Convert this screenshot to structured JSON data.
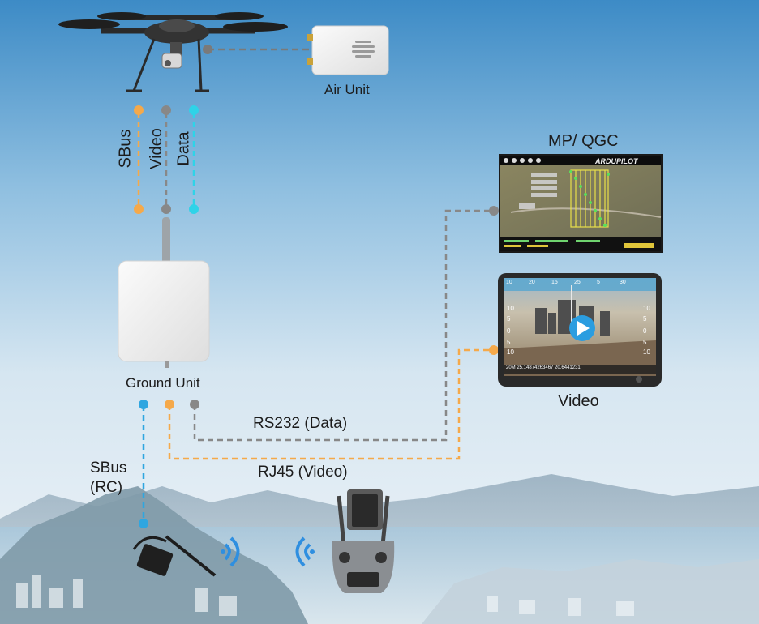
{
  "labels": {
    "air_unit": "Air Unit",
    "ground_unit": "Ground Unit",
    "mp_qgc": "MP/ QGC",
    "video_screen": "Video",
    "rs232": "RS232 (Data)",
    "rj45": "RJ45 (Video)",
    "sbus_rc_line1": "SBus",
    "sbus_rc_line2": "(RC)",
    "drone_sbus": "SBus",
    "drone_video": "Video",
    "drone_data": "Data"
  },
  "gcs_logo_text": "ARDUPILOT",
  "hud": {
    "top_readouts": [
      "10",
      "20",
      "15",
      "25",
      "5",
      "30"
    ],
    "left_scale": [
      "10",
      "5",
      "0",
      "5",
      "10"
    ],
    "right_scale": [
      "10",
      "5",
      "0",
      "5",
      "10"
    ],
    "status_text": "20M  25.14874263467  20.6441231"
  },
  "colors": {
    "sbus": "#f5a94a",
    "video": "#888888",
    "data": "#2fd3e8",
    "rc": "#2fa6e0",
    "sky_top": "#3f8fc9",
    "sky_bottom": "#e6eef5"
  }
}
